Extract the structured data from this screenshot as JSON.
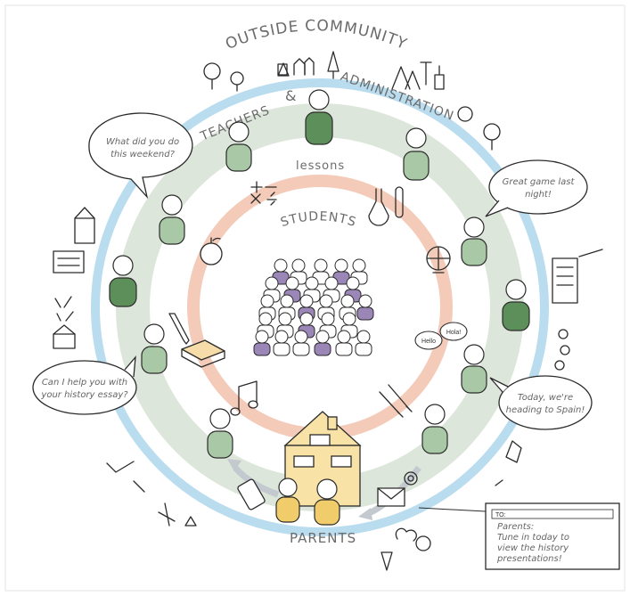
{
  "rings": {
    "outer_label": "OUTSIDE COMMUNITY",
    "teachers_label": "TEACHERS",
    "amp_label": "&",
    "admin_label": "ADMINISTRATION",
    "lessons_label": "lessons",
    "students_label": "STUDENTS",
    "parents_label": "PARENTS"
  },
  "bubbles": {
    "weekend_line1": "What did you do",
    "weekend_line2": "this weekend?",
    "game_line1": "Great game last",
    "game_line2": "night!",
    "history_line1": "Can I help you with",
    "history_line2": "your history essay?",
    "spain_line1": "Today, we're",
    "spain_line2": "heading to Spain!",
    "hello": "Hello",
    "hola": "Hola!"
  },
  "note": {
    "to_label": "TO:",
    "line1": "Parents:",
    "line2": "Tune in today to",
    "line3": "view the history",
    "line4": "presentations!"
  },
  "icons": {
    "math": "math-symbols-icon",
    "flask": "flask-icon",
    "apple": "apple-icon",
    "globe": "globe-icon",
    "pencil": "pencil-icon",
    "book": "book-icon",
    "music": "music-note-icon",
    "paintbrush": "paintbrush-icon",
    "phone": "phone-icon",
    "envelope": "envelope-icon",
    "at": "at-sign-icon",
    "house": "school-house-icon"
  },
  "colors": {
    "outer_ring": "#b9dcef",
    "middle_ring": "#dde6da",
    "inner_ring": "#f4cbb9",
    "teacher_green": "#a9c8a6",
    "admin_green": "#5d8f5a",
    "student_purple": "#9b86b8",
    "parent_yellow": "#f1cc6b",
    "house_yellow": "#f8e2a6"
  }
}
